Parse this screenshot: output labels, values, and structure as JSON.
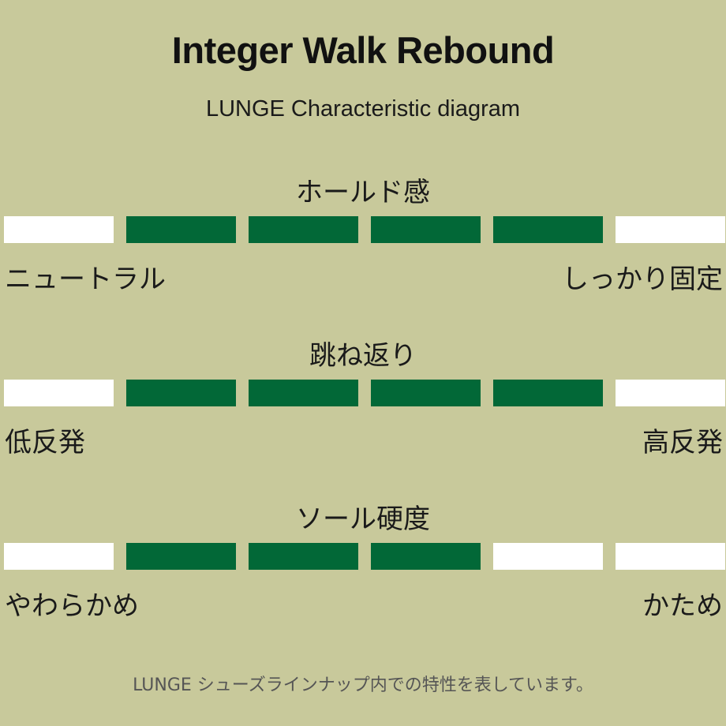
{
  "title": "Integer Walk Rebound",
  "subtitle": "LUNGE Characteristic diagram",
  "colors": {
    "background": "#c8c99b",
    "filled": "#026837",
    "empty": "#ffffff"
  },
  "scales": [
    {
      "heading": "ホールド感",
      "left_label": "ニュートラル",
      "right_label": "しっかり固定",
      "segments": [
        false,
        true,
        true,
        true,
        true,
        false
      ]
    },
    {
      "heading": "跳ね返り",
      "left_label": "低反発",
      "right_label": "高反発",
      "segments": [
        false,
        true,
        true,
        true,
        true,
        false
      ]
    },
    {
      "heading": "ソール硬度",
      "left_label": "やわらかめ",
      "right_label": "かため",
      "segments": [
        false,
        true,
        true,
        true,
        false,
        false
      ]
    }
  ],
  "footnote": "LUNGE シューズラインナップ内での特性を表しています。"
}
